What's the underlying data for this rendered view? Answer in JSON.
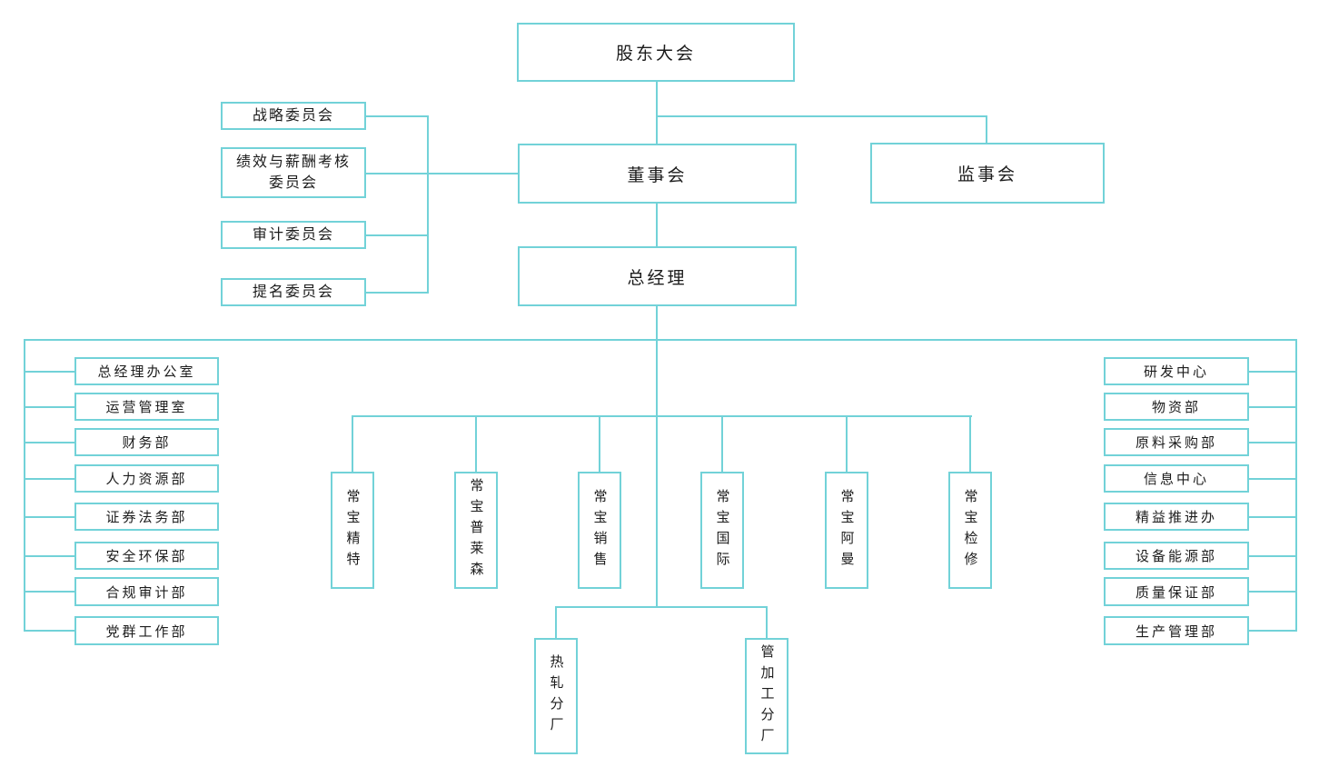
{
  "colors": {
    "line": "#72d2d8",
    "text": "#1c1c1c",
    "background": "#ffffff"
  },
  "nodes": {
    "shareholders_meeting": "股东大会",
    "board_of_directors": "董事会",
    "supervisory_board": "监事会",
    "general_manager": "总经理"
  },
  "committees": [
    "战略委员会",
    "绩效与薪酬考核\n委员会",
    "审计委员会",
    "提名委员会"
  ],
  "left_departments": [
    "总经理办公室",
    "运营管理室",
    "财务部",
    "人力资源部",
    "证券法务部",
    "安全环保部",
    "合规审计部",
    "党群工作部"
  ],
  "right_departments": [
    "研发中心",
    "物资部",
    "原料采购部",
    "信息中心",
    "精益推进办",
    "设备能源部",
    "质量保证部",
    "生产管理部"
  ],
  "subsidiaries": [
    "常宝精特",
    "常宝普莱森",
    "常宝销售",
    "常宝国际",
    "常宝阿曼",
    "常宝检修"
  ],
  "branch_factories": [
    "热轧分厂",
    "管加工分厂"
  ]
}
